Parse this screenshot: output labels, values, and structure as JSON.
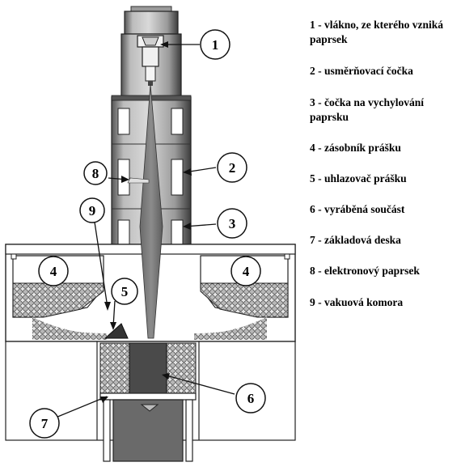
{
  "legend": [
    {
      "num": "1",
      "text": "1 - vlákno, ze kterého vzniká paprsek"
    },
    {
      "num": "2",
      "text": "2 - usměrňovací čočka"
    },
    {
      "num": "3",
      "text": "3 - čočka na vychylování paprsku"
    },
    {
      "num": "4",
      "text": "4 - zásobník prášku"
    },
    {
      "num": "5",
      "text": "5 - uhlazovač prášku"
    },
    {
      "num": "6",
      "text": "6 - vyráběná součást"
    },
    {
      "num": "7",
      "text": "7 - základová deska"
    },
    {
      "num": "8",
      "text": "8 - elektronový paprsek"
    },
    {
      "num": "9",
      "text": "9 - vakuová komora"
    }
  ],
  "callouts": [
    "1",
    "2",
    "3",
    "4",
    "4",
    "5",
    "6",
    "7",
    "8",
    "9"
  ]
}
